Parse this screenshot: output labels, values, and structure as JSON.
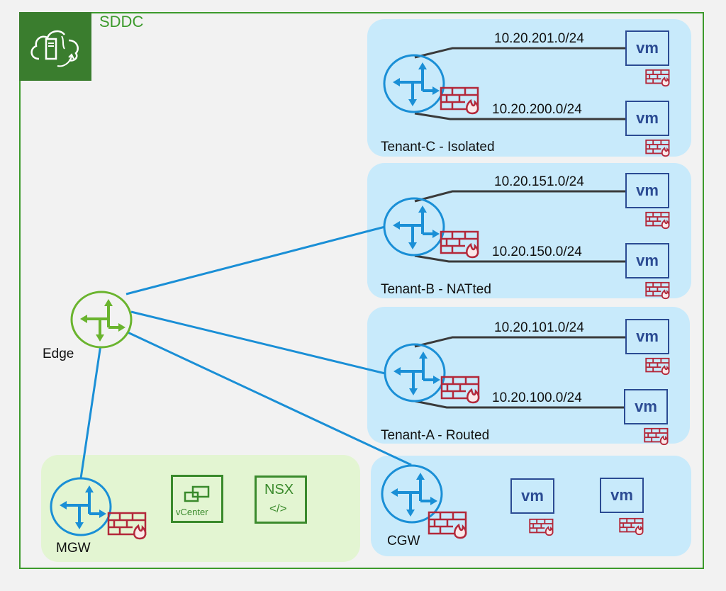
{
  "sddc": {
    "title": "SDDC",
    "icon": "cloud-datacenter-icon"
  },
  "edge": {
    "label": "Edge",
    "icon": "router-icon"
  },
  "tenants": [
    {
      "label": "Tenant-C - Isolated",
      "subnets": [
        "10.20.201.0/24",
        "10.20.200.0/24"
      ]
    },
    {
      "label": "Tenant-B - NATted",
      "subnets": [
        "10.20.151.0/24",
        "10.20.150.0/24"
      ]
    },
    {
      "label": "Tenant-A - Routed",
      "subnets": [
        "10.20.101.0/24",
        "10.20.100.0/24"
      ]
    }
  ],
  "cgw": {
    "label": "CGW"
  },
  "mgw": {
    "label": "MGW"
  },
  "vm_label": "vm",
  "vcenter": {
    "label": "vCenter"
  },
  "nsx": {
    "label": "NSX",
    "code": "</>"
  },
  "colors": {
    "frame": "#3c9a2c",
    "router": "#1a8fd6",
    "edge_router": "#6ab42e",
    "firewall": "#b3283a",
    "vm": "#2b4b93",
    "tenant_bg": "#c8eafb",
    "mgmt_bg": "#e3f5d2"
  }
}
